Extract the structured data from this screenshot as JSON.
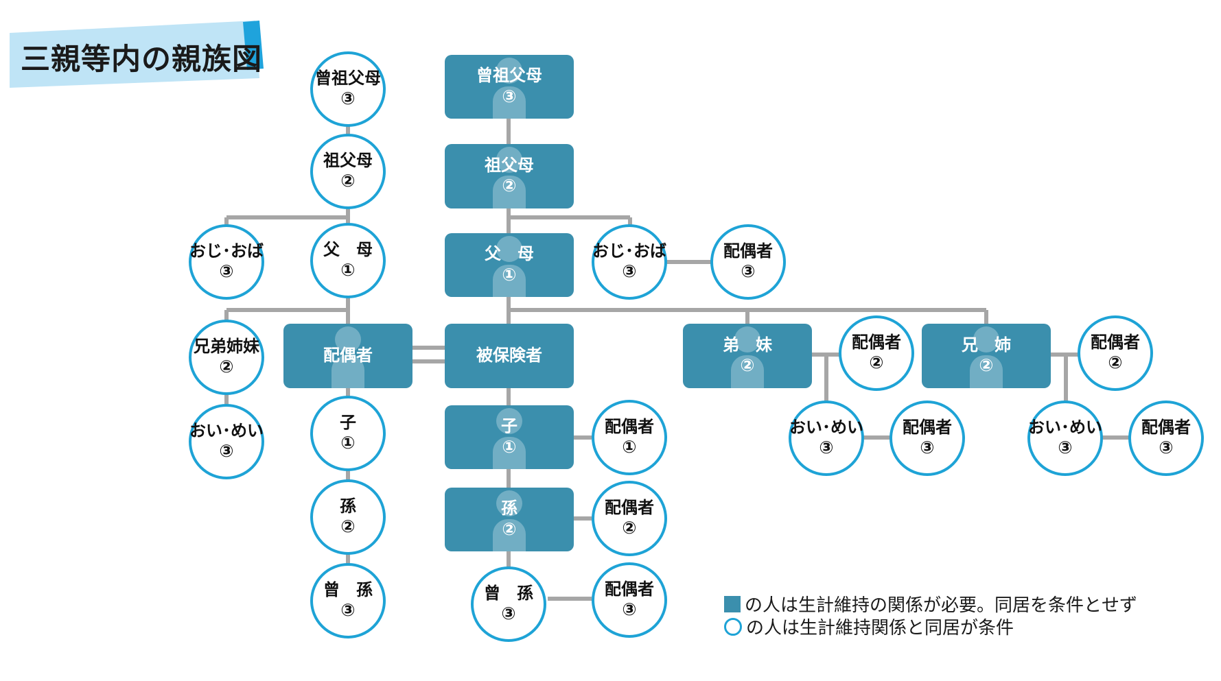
{
  "title": "三親等内の親族図",
  "colors": {
    "box": "#3b8fad",
    "circle_border": "#1ea3d6",
    "line": "#a6a6a6",
    "banner": "#bfe4f6",
    "banner_accent": "#1fa3dc"
  },
  "nodes": {
    "ms_great_grandparents": {
      "label": "曾祖父母",
      "grade": "③"
    },
    "ms_grandparents": {
      "label": "祖父母",
      "grade": "②"
    },
    "ms_parents": {
      "label": "父　母",
      "grade": "①"
    },
    "ms_aunt_uncle": {
      "label": "おじ･おば",
      "grade": "③"
    },
    "ms_spouse": {
      "label": "配偶者"
    },
    "ms_siblings": {
      "label": "兄弟姉妹",
      "grade": "②"
    },
    "ms_niece_nephew": {
      "label": "おい･めい",
      "grade": "③"
    },
    "ms_child": {
      "label": "子",
      "grade": "①"
    },
    "ms_grandchild": {
      "label": "孫",
      "grade": "②"
    },
    "ms_great_grandchild": {
      "label": "曾　孫",
      "grade": "③"
    },
    "main_great_grandparents": {
      "label": "曾祖父母",
      "grade": "③"
    },
    "main_grandparents": {
      "label": "祖父母",
      "grade": "②"
    },
    "main_parents": {
      "label": "父　母",
      "grade": "①"
    },
    "main_insured": {
      "label": "被保険者"
    },
    "main_child": {
      "label": "子",
      "grade": "①"
    },
    "main_grandchild": {
      "label": "孫",
      "grade": "②"
    },
    "main_great_grandchild": {
      "label": "曾　孫",
      "grade": "③"
    },
    "main_child_spouse": {
      "label": "配偶者",
      "grade": "①"
    },
    "main_grandchild_spouse": {
      "label": "配偶者",
      "grade": "②"
    },
    "main_great_grandchild_spouse": {
      "label": "配偶者",
      "grade": "③"
    },
    "main_aunt_uncle": {
      "label": "おじ･おば",
      "grade": "③"
    },
    "main_aunt_uncle_spouse": {
      "label": "配偶者",
      "grade": "③"
    },
    "younger_siblings": {
      "label": "弟　妹",
      "grade": "②"
    },
    "younger_siblings_spouse": {
      "label": "配偶者",
      "grade": "②"
    },
    "younger_niece_nephew": {
      "label": "おい･めい",
      "grade": "③"
    },
    "younger_niece_nephew_spouse": {
      "label": "配偶者",
      "grade": "③"
    },
    "older_siblings": {
      "label": "兄　姉",
      "grade": "②"
    },
    "older_siblings_spouse": {
      "label": "配偶者",
      "grade": "②"
    },
    "older_niece_nephew": {
      "label": "おい･めい",
      "grade": "③"
    },
    "older_niece_nephew_spouse": {
      "label": "配偶者",
      "grade": "③"
    }
  },
  "legend": {
    "box_text": "の人は生計維持の関係が必要。同居を条件とせず",
    "circle_text": "の人は生計維持関係と同居が条件"
  }
}
